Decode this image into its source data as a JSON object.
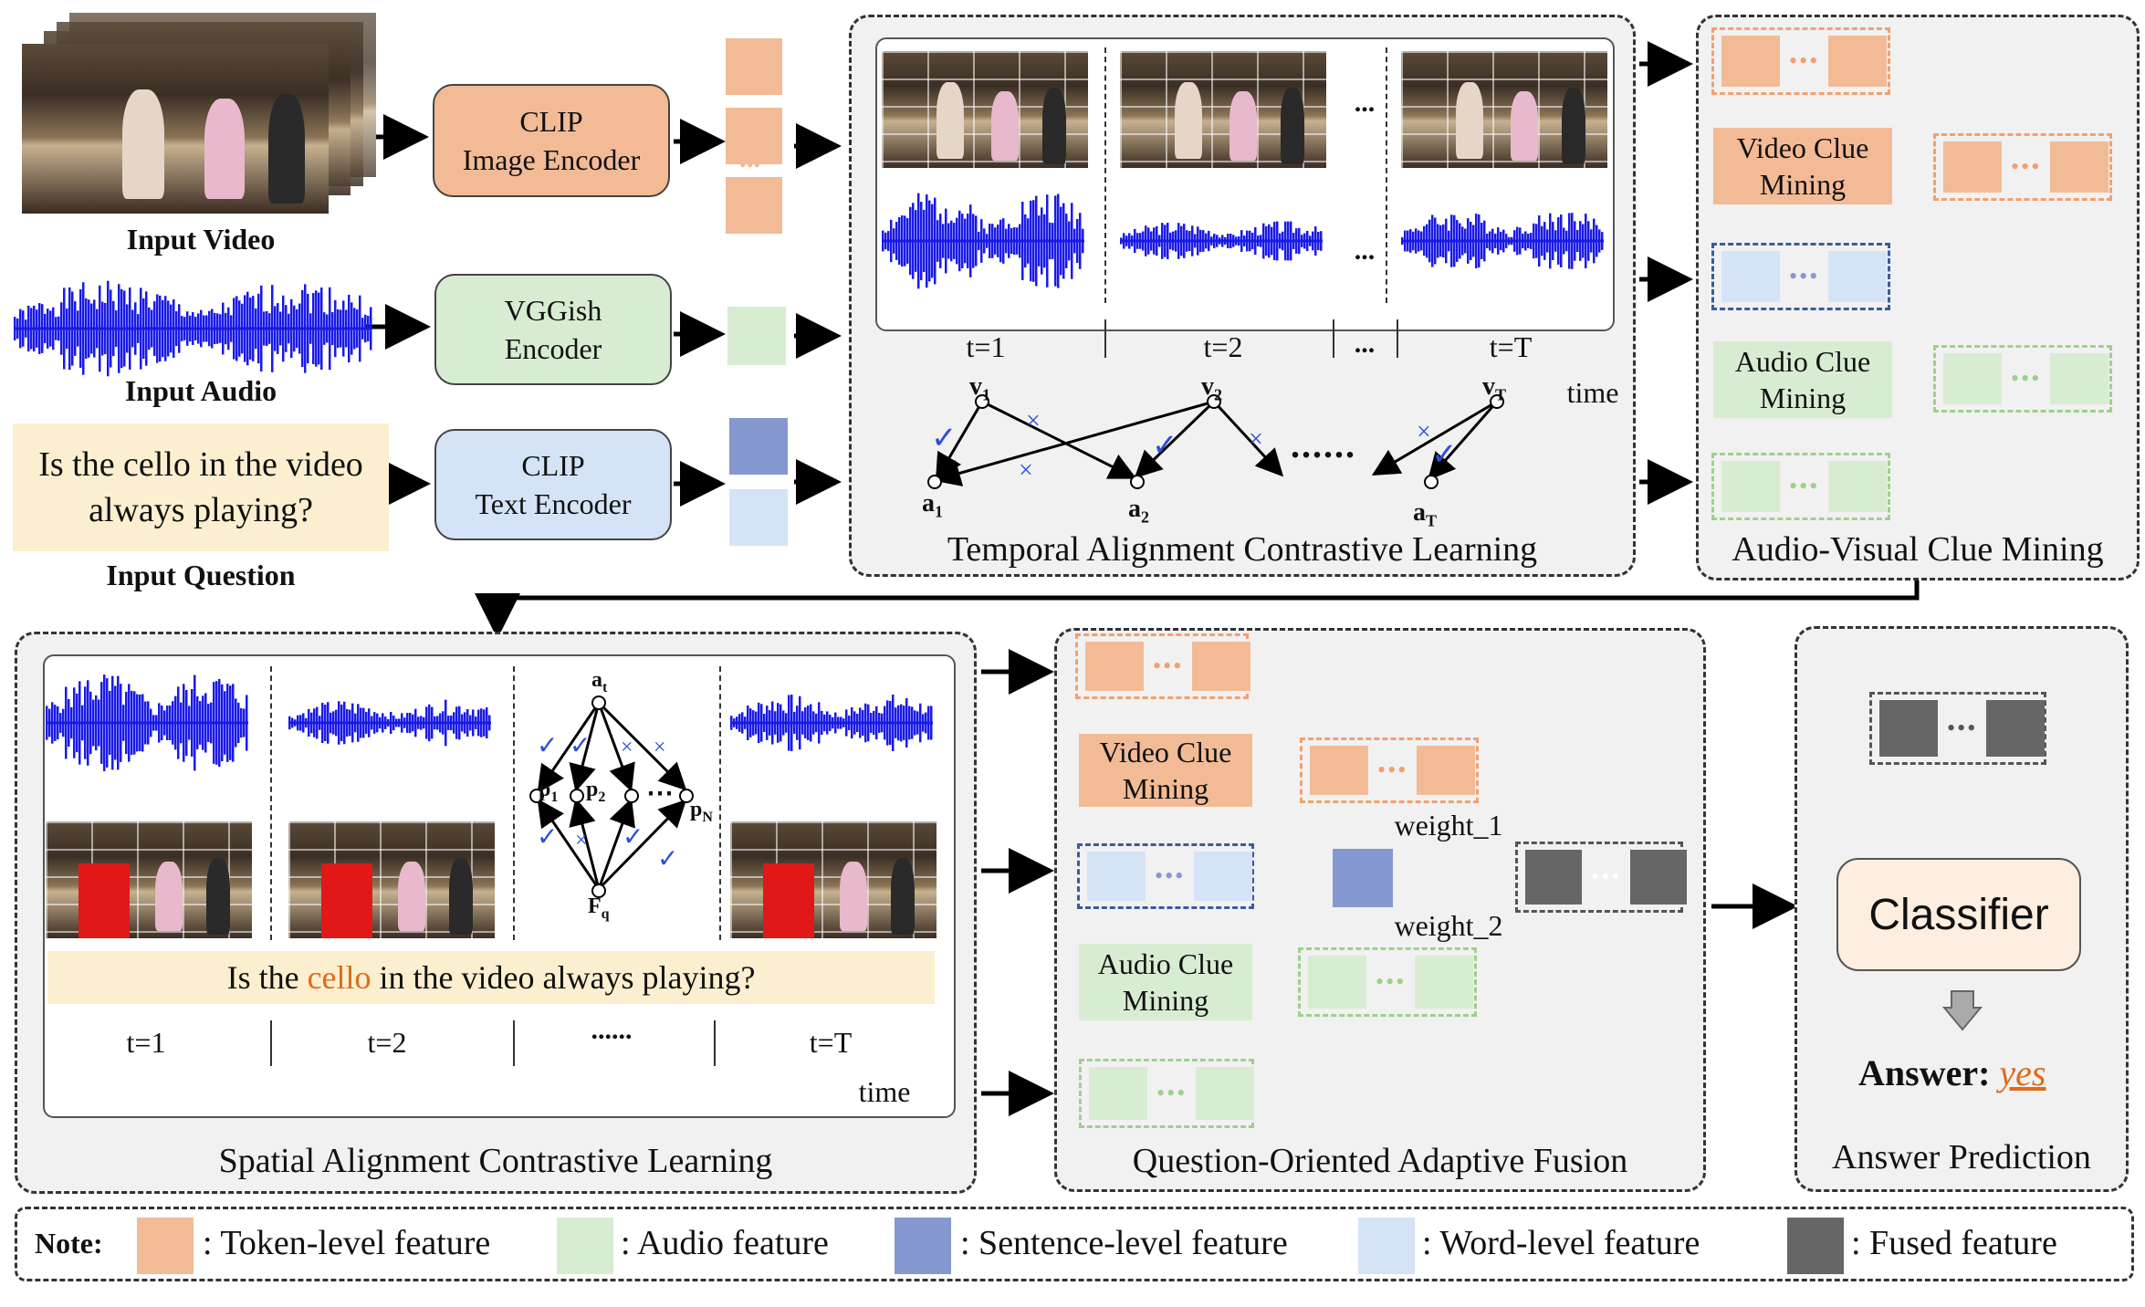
{
  "inputs": {
    "video_label": "Input Video",
    "audio_label": "Input Audio",
    "question_label": "Input Question",
    "question_text": "Is the cello in the video always playing?"
  },
  "encoders": {
    "image": "CLIP\nImage Encoder",
    "audio": "VGGish\nEncoder",
    "text": "CLIP\nText Encoder"
  },
  "temporal": {
    "title": "Temporal Alignment Contrastive Learning",
    "t1": "t=1",
    "t2": "t=2",
    "tT": "t=T",
    "ellipsis": "...",
    "time": "time",
    "v1": "v",
    "v1_sub": "1",
    "v2": "v",
    "v2_sub": "2",
    "vT": "v",
    "vT_sub": "T",
    "a1": "a",
    "a1_sub": "1",
    "a2": "a",
    "a2_sub": "2",
    "aT": "a",
    "aT_sub": "T",
    "long_dots": "......",
    "check": "✓",
    "cross": "×"
  },
  "avcm": {
    "title": "Audio-Visual Clue Mining",
    "video_clue": "Video Clue\nMining",
    "audio_clue": "Audio Clue\nMining"
  },
  "spatial": {
    "title": "Spatial Alignment Contrastive Learning",
    "q_pre": "Is the ",
    "q_word": "cello",
    "q_post": " in the video always playing?",
    "t1": "t=1",
    "t2": "t=2",
    "dots": "......",
    "tT": "t=T",
    "time": "time",
    "at": "a",
    "at_sub": "t",
    "p1": "p",
    "p1_sub": "1",
    "p2": "p",
    "p2_sub": "2",
    "pN": "p",
    "pN_sub": "N",
    "Fq": "F",
    "Fq_sub": "q",
    "mid_dots": "⋯"
  },
  "fusion": {
    "title": "Question-Oriented Adaptive Fusion",
    "video_clue": "Video Clue\nMining",
    "audio_clue": "Audio Clue\nMining",
    "weight1": "weight_1",
    "weight2": "weight_2"
  },
  "answer": {
    "title": "Answer Prediction",
    "classifier": "Classifier",
    "answer_label": "Answer:",
    "answer_value": "yes"
  },
  "note": {
    "label": "Note:",
    "token": ": Token-level feature",
    "audio": ": Audio feature",
    "sentence": ": Sentence-level feature",
    "word": ": Word-level feature",
    "fused": ": Fused feature"
  },
  "colors": {
    "token": "#f2bb96",
    "audio": "#d8ecd2",
    "sentence": "#8598cf",
    "word": "#d5e3f7",
    "fused": "#666666",
    "waveform": "#1a1ae6",
    "check": "#2a4fd6",
    "highlight_word": "#e06a1a",
    "question_bg": "#fbefcf",
    "classifier_bg": "#fdeee0"
  }
}
